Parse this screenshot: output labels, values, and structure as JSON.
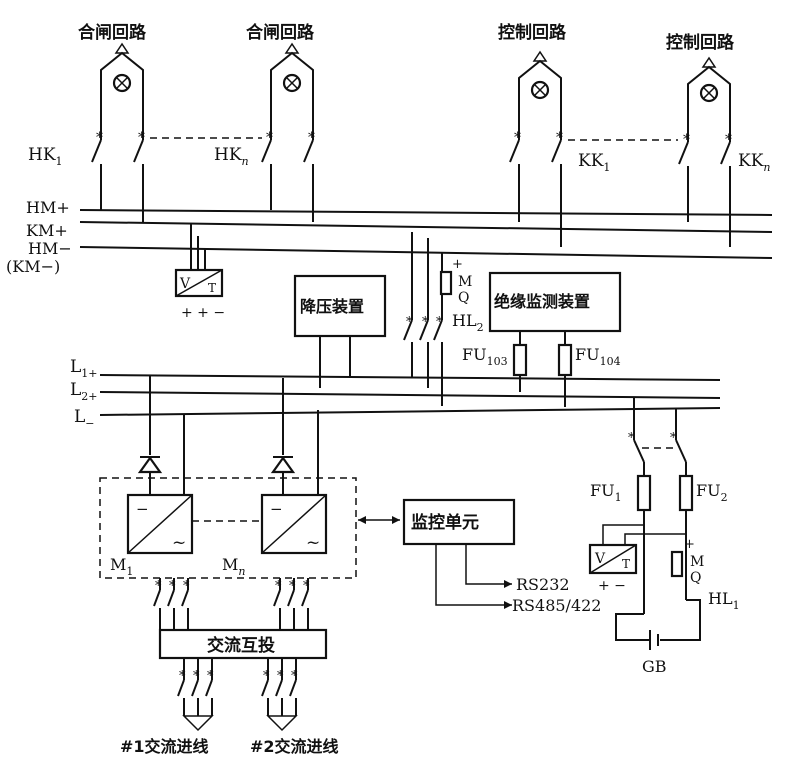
{
  "loops": {
    "close1": "合闸回路",
    "close2": "合闸回路",
    "ctrl1": "控制回路",
    "ctrl2": "控制回路"
  },
  "switches": {
    "hk1": "HK",
    "hk1_sub": "1",
    "hkn": "HK",
    "hkn_sub": "n",
    "kk1": "KK",
    "kk1_sub": "1",
    "kkn": "KK",
    "kkn_sub": "n"
  },
  "buses": {
    "hm_plus": "HM+",
    "km_plus": "KM+",
    "hm_minus": "HM−",
    "km_minus": "(KM−)",
    "l1": "L",
    "l1_sub": "1+",
    "l2": "L",
    "l2_sub": "2+",
    "lm": "L",
    "lm_sub": "−"
  },
  "devices": {
    "step_down": "降压装置",
    "insulation": "绝缘监测装置",
    "monitor": "监控单元",
    "ac_transfer": "交流互投",
    "fu103": "FU",
    "fu103_sub": "103",
    "fu104": "FU",
    "fu104_sub": "104",
    "fu1": "FU",
    "fu1_sub": "1",
    "fu2": "FU",
    "fu2_sub": "2",
    "hl2": "HL",
    "hl2_sub": "2",
    "hl1": "HL",
    "hl1_sub": "1",
    "gb": "GB",
    "m1": "M",
    "m1_sub": "1",
    "mn": "M",
    "mn_sub": "n",
    "meter_v": "V",
    "meter_t": "T",
    "meter_signs": "+ + −",
    "meter2_signs": "+ −",
    "mq_plus": "+",
    "mq_m": "M",
    "mq_q": "Q",
    "minus_sign": "−",
    "tilde": "~"
  },
  "comm": {
    "rs232": "RS232",
    "rs485": "RS485/422"
  },
  "incoming": {
    "line1": "#1交流进线",
    "line2": "#2交流进线"
  }
}
